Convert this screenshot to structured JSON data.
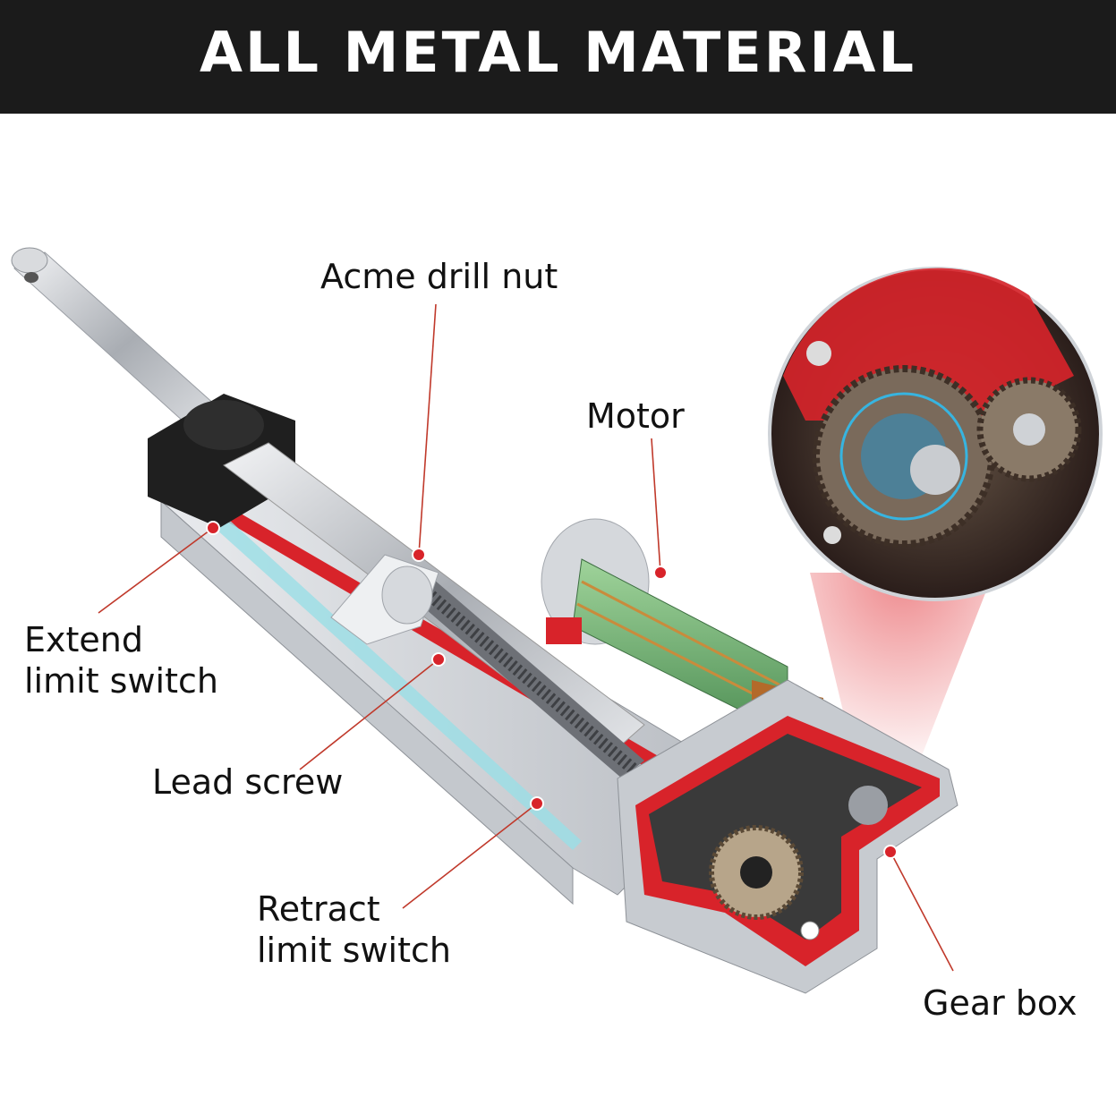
{
  "banner": {
    "title": "ALL METAL MATERIAL"
  },
  "labels": {
    "acme_drill_nut": "Acme drill nut",
    "motor": "Motor",
    "extend_limit_switch": [
      "Extend",
      "limit switch"
    ],
    "lead_screw": "Lead screw",
    "retract_limit_switch": [
      "Retract",
      "limit switch"
    ],
    "gear_box": "Gear box"
  },
  "colors": {
    "banner": "#1b1b1b",
    "accent_red": "#d8232a",
    "callout_line": "#c0392b",
    "aluminum": "#cfd3d8"
  }
}
